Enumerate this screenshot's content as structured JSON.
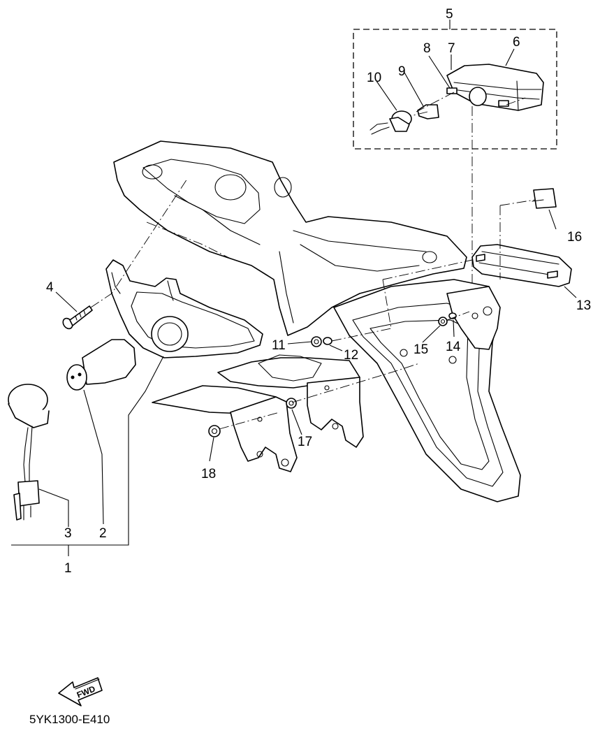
{
  "diagram": {
    "callouts": [
      "1",
      "2",
      "3",
      "4",
      "5",
      "6",
      "7",
      "8",
      "9",
      "10",
      "11",
      "12",
      "13",
      "14",
      "15",
      "16",
      "17",
      "18"
    ],
    "direction_label": "FWD",
    "drawing_code": "5YK1300-E410"
  }
}
